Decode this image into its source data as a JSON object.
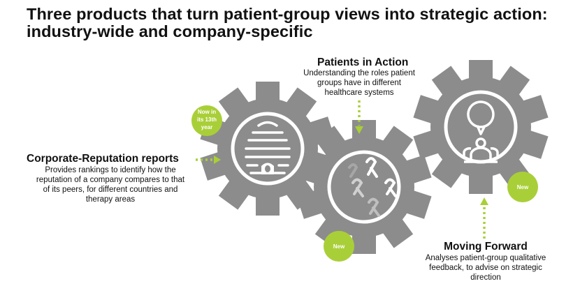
{
  "title": "Three products that turn patient-group views into strategic action:\nindustry-wide and company-specific",
  "products": [
    {
      "name": "Corporate-Reputation reports",
      "description": "Provides rankings to identify how the\nreputation of a company compares to that\nof its peers, for different countries and\ntherapy areas",
      "badge": [
        "Now in",
        "its 13th",
        "year"
      ]
    },
    {
      "name": "Patients in Action",
      "description": "Understanding the roles patient\ngroups have in different\nhealthcare systems",
      "badge": [
        "New"
      ]
    },
    {
      "name": "Moving Forward",
      "description": "Analyses patient-group qualitative\nfeedback, to advise on strategic\ndirection",
      "badge": [
        "New"
      ]
    }
  ],
  "colors": {
    "gear": "#8c8c8c",
    "accent": "#a9cf38",
    "text": "#111111",
    "icon": "#ffffff"
  },
  "icons": [
    "beehive-icon",
    "awareness-ribbons-icon",
    "speech-bubble-group-icon"
  ]
}
